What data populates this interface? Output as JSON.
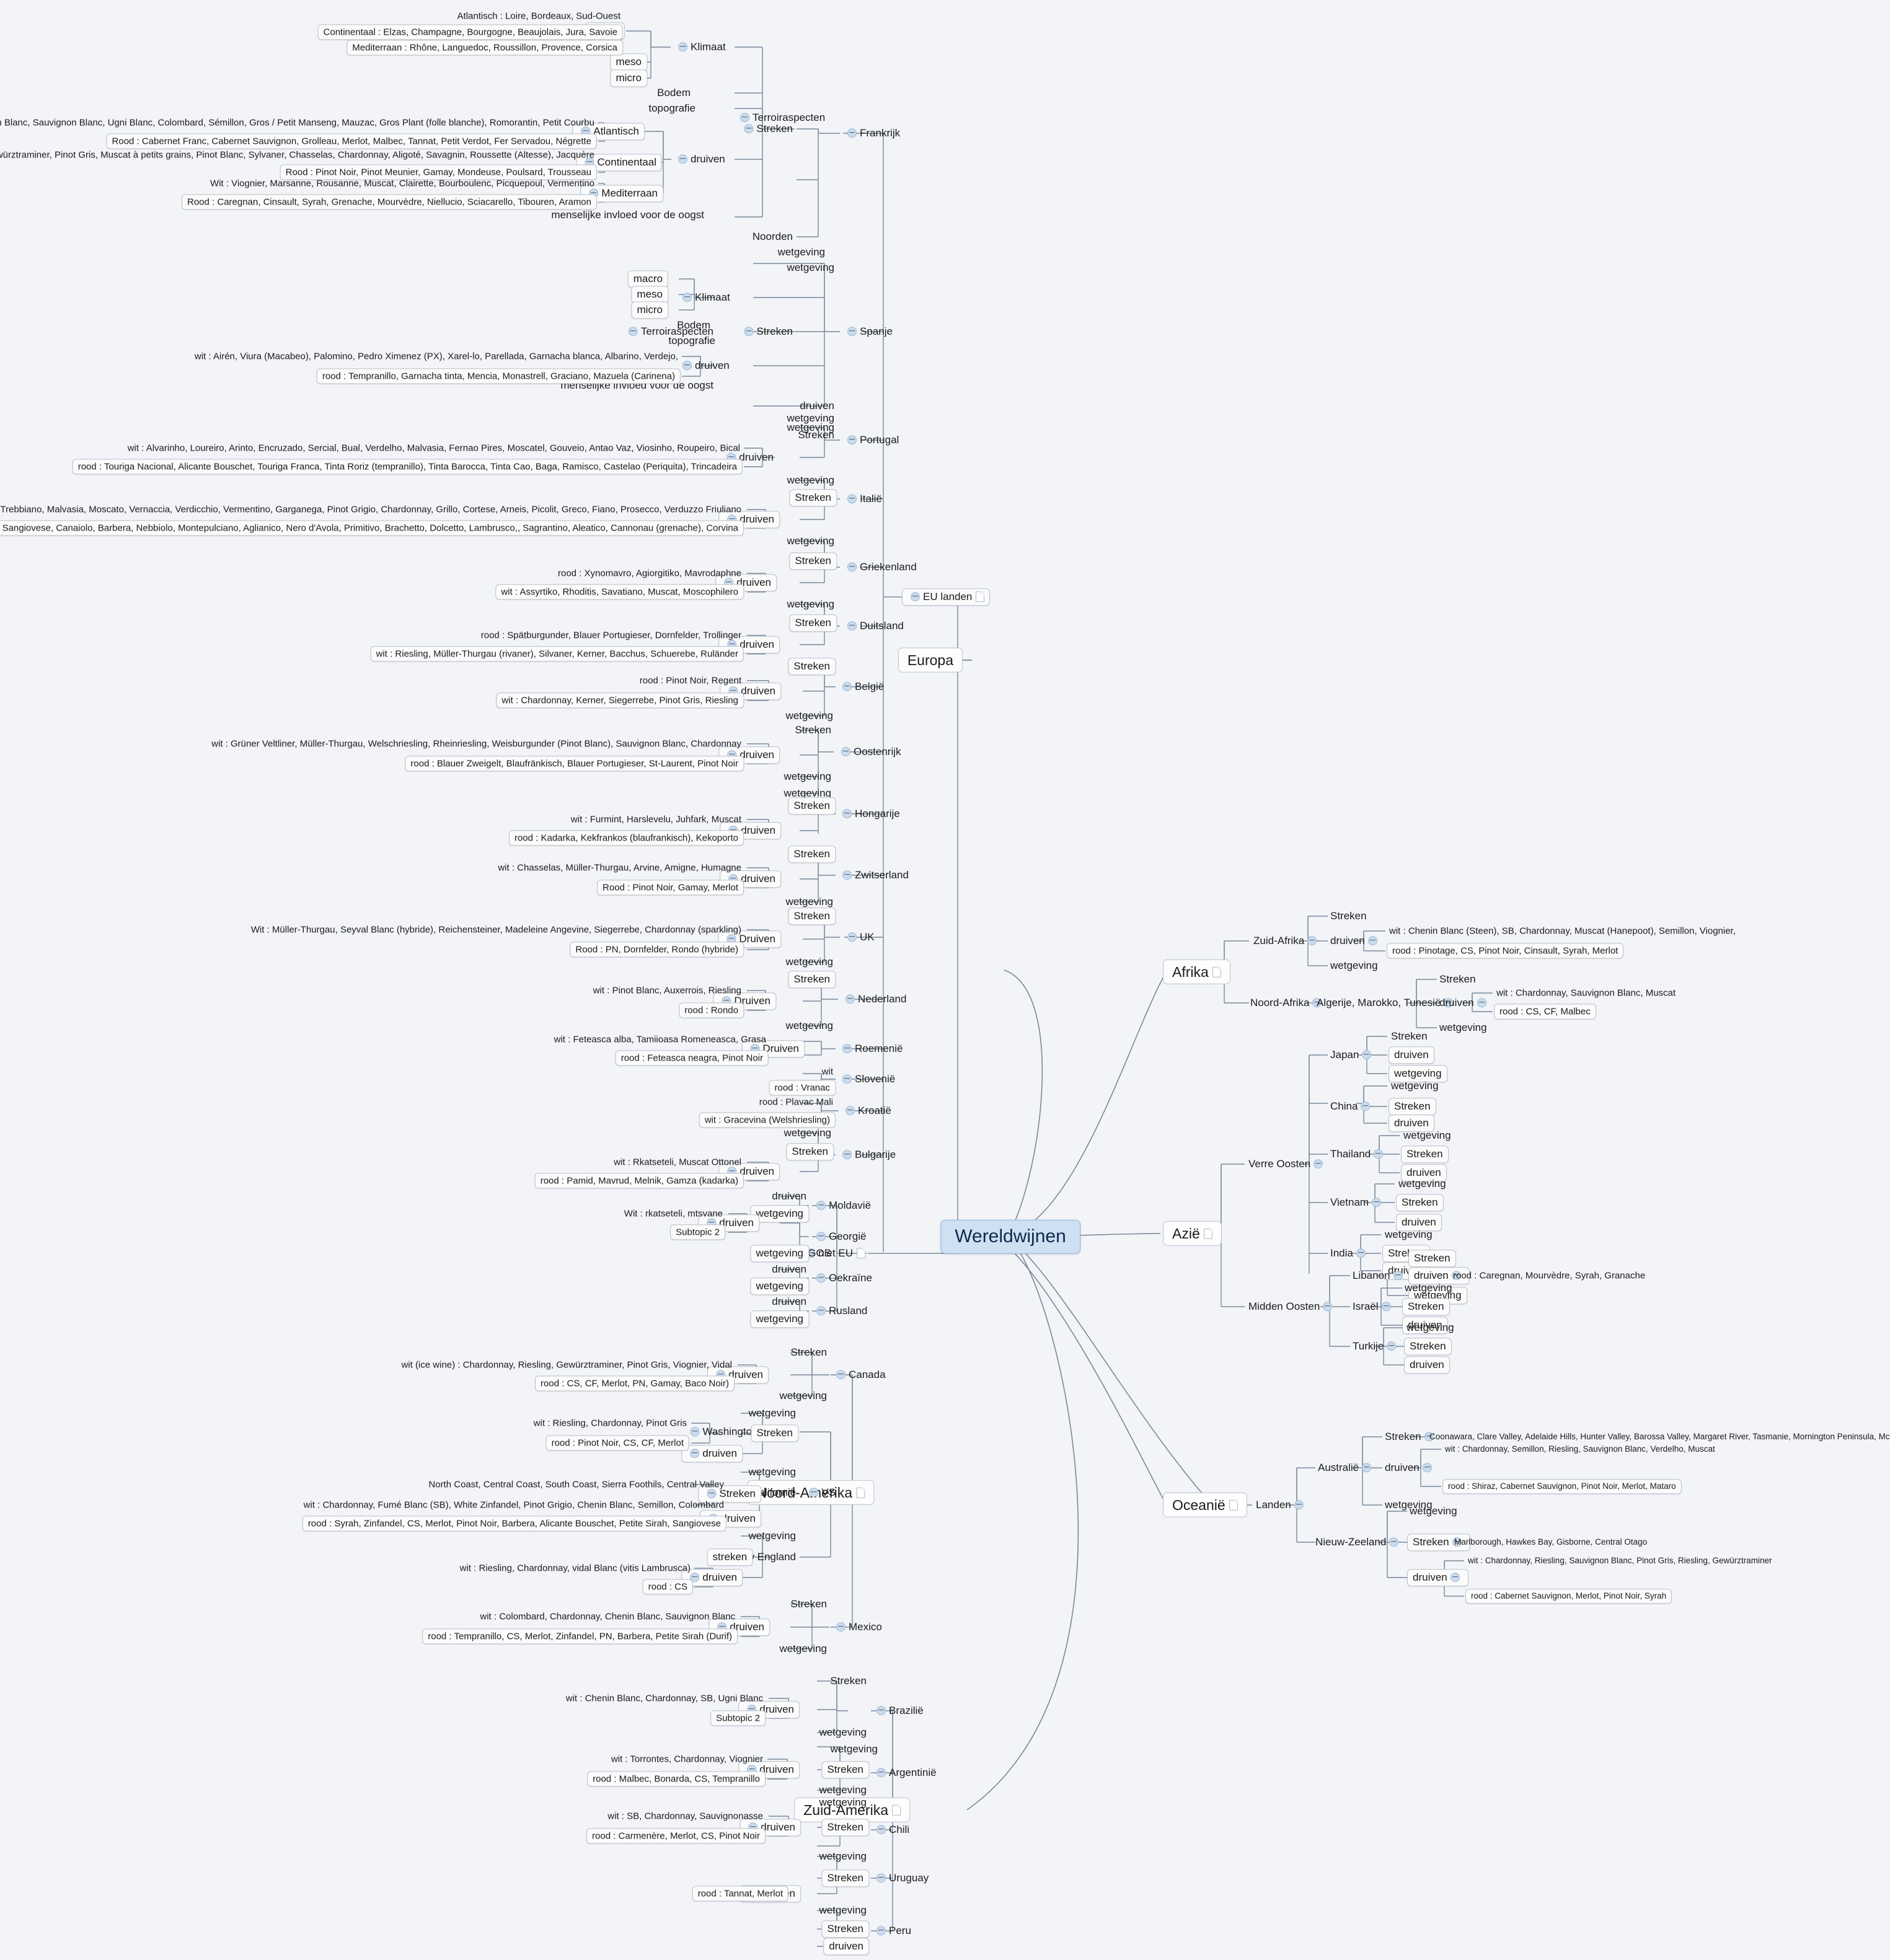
{
  "meta": {
    "root": "Wereldwijnen",
    "background": "#f2f4f8",
    "root_fill": "#cfe0f3",
    "toggle_fill": "#cbdcee",
    "line_color": "#7a8899"
  },
  "common": {
    "streken": "Streken",
    "streken_lc": "streken",
    "druiven": "druiven",
    "druiven_cap": "Druiven",
    "wetgeving": "wetgeving",
    "klimaat": "Klimaat",
    "macro": "macro",
    "meso": "meso",
    "micro": "micro",
    "bodem": "Bodem",
    "topografie": "topografie",
    "terroiraspecten": "Terroiraspecten",
    "menselijke": "menselijke invloed voor de oogst",
    "subtopic2": "Subtopic 2",
    "wit": "wit",
    "noorden": "Noorden"
  },
  "branches": {
    "europa": "Europa",
    "noord_amerika": "Noord-Amerika",
    "zuid_amerika": "Zuid-Amerika",
    "afrika": "Afrika",
    "azie": "Azië",
    "oceanie": "Oceanië"
  },
  "europa": {
    "eu_landen": "EU landen",
    "niet_eu": "niet EU",
    "gos": "GOS",
    "frankrijk": {
      "name": "Frankrijk",
      "klimaat_macro": {
        "atlantisch": "Atlantisch : Loire, Bordeaux, Sud-Ouest",
        "continentaal": "Continentaal : Elzas, Champagne, Bourgogne, Beaujolais, Jura, Savoie",
        "mediterraan": "Mediterraan : Rhône, Languedoc, Roussillon, Provence, Corsica"
      },
      "druiven": {
        "atlantisch": "Atlantisch",
        "atlantisch_wit": "Wit : Chenin Blanc, Sauvignon Blanc, Ugni Blanc, Colombard, Sémillon, Gros / Petit Manseng, Mauzac, Gros Plant (folle blanche), Romorantin, Petit Courbu",
        "atlantisch_rood": "Rood : Cabernet Franc, Cabernet Sauvignon, Grolleau, Merlot, Malbec, Tannat, Petit Verdot, Fer Servadou, Négrette",
        "continentaal": "Continentaal",
        "continentaal_wit": "Wit : Riesling, Gewürztraminer, Pinot Gris, Muscat à petits grains, Pinot Blanc, Sylvaner, Chasselas, Chardonnay, Aligoté, Savagnin, Roussette (Altesse), Jacquère",
        "continentaal_rood": "Rood : Pinot Noir, Pinot Meunier, Gamay, Mondeuse, Poulsard, Trousseau",
        "mediterraan": "Mediterraan",
        "mediterraan_wit": "Wit : Viognier, Marsanne, Rousanne, Muscat, Clairette, Bourboulenc, Picquepoul, Vermentino",
        "mediterraan_rood": "Rood : Caregnan, Cinsault, Syrah, Grenache, Mourvèdre, Niellucio, Sciacarello, Tibouren, Aramon"
      }
    },
    "spanje": {
      "name": "Spanje",
      "wit": "wit : Airén, Viura (Macabeo), Palomino, Pedro Ximenez (PX), Xarel-lo, Parellada, Garnacha blanca, Albarino, Verdejo,",
      "rood": "rood : Tempranillo, Garnacha tinta, Mencia, Monastrell, Graciano, Mazuela (Carinena)"
    },
    "portugal": {
      "name": "Portugal",
      "wit": "wit : Alvarinho, Loureiro, Arinto, Encruzado, Sercial, Bual, Verdelho, Malvasia, Fernao Pires, Moscatel, Gouveio, Antao Vaz, Viosinho, Roupeiro, Bical",
      "rood": "rood : Touriga Nacional, Alicante Bouschet, Touriga Franca, Tinta Roriz (tempranillo), Tinta Barocca, Tinta Cao, Baga, Ramisco, Castelao (Periquita), Trincadeira"
    },
    "italie": {
      "name": "Italië",
      "wit": "wit : Trebbiano, Malvasia, Moscato, Vernaccia, Verdicchio, Vermentino, Garganega, Pinot Grigio, Chardonnay, Grillo, Cortese, Arneis, Picolit, Greco, Fiano, Prosecco, Verduzzo Friuliano",
      "rood": "rood : Sangiovese, Canaiolo, Barbera, Nebbiolo, Montepulciano, Aglianico, Nero d'Avola, Primitivo, Brachetto, Dolcetto, Lambrusco,, Sagrantino, Aleatico, Cannonau (grenache), Corvina"
    },
    "griekenland": {
      "name": "Griekenland",
      "rood": "rood : Xynomavro, Agiorgitiko, Mavrodaphne",
      "wit": "wit : Assyrtiko, Rhoditis, Savatiano, Muscat, Moscophilero"
    },
    "duitsland": {
      "name": "Duitsland",
      "rood": "rood : Spätburgunder, Blauer Portugieser, Dornfelder, Trollinger",
      "wit": "wit : Riesling, Müller-Thurgau (rivaner), Silvaner, Kerner, Bacchus, Schuerebe, Ruländer"
    },
    "belgie": {
      "name": "België",
      "rood": "rood : Pinot Noir, Regent",
      "wit": "wit : Chardonnay, Kerner, Siegerrebe, Pinot Gris, Riesling"
    },
    "oostenrijk": {
      "name": "Oostenrijk",
      "wit": "wit : Grüner Veltliner, Müller-Thurgau, Welschriesling, Rheinriesling, Weisburgunder (Pinot Blanc), Sauvignon Blanc, Chardonnay",
      "rood": "rood : Blauer Zweigelt, Blaufränkisch, Blauer Portugieser, St-Laurent, Pinot Noir"
    },
    "hongarije": {
      "name": "Hongarije",
      "wit": "wit : Furmint, Harslevelu, Juhfark, Muscat",
      "rood": "rood : Kadarka, Kekfrankos (blaufrankisch), Kekoporto"
    },
    "zwitserland": {
      "name": "Zwitserland",
      "wit": "wit : Chasselas, Müller-Thurgau, Arvine, Amigne, Humagne",
      "rood": "Rood : Pinot Noir, Gamay, Merlot"
    },
    "uk": {
      "name": "UK",
      "wit": "Wit : Müller-Thurgau, Seyval Blanc (hybride), Reichensteiner, Madeleine Angevine, Siegerrebe, Chardonnay (sparkling)",
      "rood": "Rood : PN, Dornfelder, Rondo (hybride)"
    },
    "nederland": {
      "name": "Nederland",
      "wit": "wit : Pinot Blanc, Auxerrois, Riesling",
      "rood": "rood : Rondo"
    },
    "roemenie": {
      "name": "Roemenië",
      "wit": "wit : Feteasca alba, Tamiioasa Romeneasca, Grasa",
      "rood": "rood : Feteasca neagra, Pinot Noir"
    },
    "slovenie": {
      "name": "Slovenië",
      "wit": "wit",
      "rood": "rood : Vranac"
    },
    "kroatie": {
      "name": "Kroatië",
      "rood": "rood : Plavac Mali",
      "wit": "wit : Gracevina (Welshriesling)"
    },
    "bulgarije": {
      "name": "Bulgarije",
      "wit": "wit : Rkatseteli, Muscat Ottonel",
      "rood": "rood : Pamid, Mavrud, Melnik, Gamza (kadarka)"
    },
    "moldavie": {
      "name": "Moldavië"
    },
    "georgie": {
      "name": "Georgië",
      "wit": "Wit : rkatseteli, mtsvane"
    },
    "oekraine": {
      "name": "Oekraïne"
    },
    "rusland": {
      "name": "Rusland"
    }
  },
  "noord_amerika": {
    "canada": {
      "name": "Canada",
      "wit": "wit (ice wine) : Chardonnay, Riesling, Gewürztraminer, Pinot Gris, Viognier, Vidal",
      "rood": "rood : CS, CF, Merlot, PN, Gamay, Baco Noir)"
    },
    "vs": "VS",
    "washington_oregon": {
      "name": "Washington/Oregon",
      "wit": "wit : Riesling, Chardonnay, Pinot Gris",
      "rood": "rood : Pinot Noir, CS, CF, Merlot"
    },
    "californie": {
      "name": "Californië",
      "streken": "North Coast, Central Coast, South Coast, Sierra Foothils, Central Valley",
      "wit": "wit : Chardonnay, Fumé Blanc (SB), White Zinfandel, Pinot Grigio, Chenin Blanc, Semillon, Colombard",
      "rood": "rood : Syrah, Zinfandel, CS, Merlot, Pinot Noir, Barbera, Alicante Bouschet, Petite Sirah, Sangiovese"
    },
    "new_england": {
      "name": "New England",
      "wit": "wit : Riesling, Chardonnay, vidal Blanc (vitis Lambrusca)",
      "rood": "rood : CS"
    },
    "mexico": {
      "name": "Mexico",
      "wit": "wit : Colombard, Chardonnay, Chenin Blanc, Sauvignon Blanc",
      "rood": "rood : Tempranillo, CS, Merlot, Zinfandel, PN, Barbera, Petite Sirah (Durif)"
    }
  },
  "zuid_amerika": {
    "brazilie": {
      "name": "Brazilië",
      "wit": "wit : Chenin Blanc, Chardonnay, SB, Ugni Blanc"
    },
    "argentinie": {
      "name": "Argentinië",
      "wit": "wit : Torrontes, Chardonnay, Viognier",
      "rood": "rood : Malbec, Bonarda, CS, Tempranillo"
    },
    "chili": {
      "name": "Chili",
      "wit": "wit : SB, Chardonnay, Sauvignonasse",
      "rood": "rood : Carmenère, Merlot, CS, Pinot Noir"
    },
    "uruguay": {
      "name": "Uruguay",
      "rood": "rood : Tannat, Merlot"
    },
    "peru": {
      "name": "Peru"
    }
  },
  "afrika": {
    "zuid_afrika": {
      "name": "Zuid-Afrika",
      "wit": "wit : Chenin Blanc (Steen), SB, Chardonnay, Muscat  (Hanepoot), Semillon, Viognier,",
      "rood": "rood : Pinotage, CS, Pinot Noir, Cinsault, Syrah, Merlot"
    },
    "noord_afrika": {
      "name": "Noord-Afrika",
      "landen": "Algerije, Marokko, Tunesië",
      "wit": "wit : Chardonnay, Sauvignon Blanc, Muscat",
      "rood": "rood : CS, CF, Malbec"
    }
  },
  "azie": {
    "verre_oosten": "Verre Oosten",
    "japan": "Japan",
    "china": "China",
    "thailand": "Thailand",
    "vietnam": "Vietnam",
    "india": "India",
    "midden_oosten": "Midden Oosten",
    "libanon": {
      "name": "Libanon",
      "rood": "rood : Caregnan, Mourvèdre, Syrah, Granache"
    },
    "israel": "Israël",
    "turkije": "Turkije"
  },
  "oceanie": {
    "landen": "Landen",
    "australie": {
      "name": "Australië",
      "streken": "Coonawara, Clare Valley, Adelaide Hills, Hunter Valley, Barossa Valley, Margaret River, Tasmanie, Mornington Peninsula, Mc Laren Vale",
      "wit": "wit : Chardonnay, Semillon, Riesling, Sauvignon Blanc, Verdelho, Muscat",
      "rood": "rood : Shiraz, Cabernet Sauvignon, Pinot Noir, Merlot, Mataro"
    },
    "nieuw_zeeland": {
      "name": "Nieuw-Zeeland",
      "streken": "Marlborough, Hawkes Bay, Gisborne, Central Otago",
      "wit": "wit : Chardonnay, Riesling, Sauvignon Blanc, Pinot Gris, Riesling, Gewürztraminer",
      "rood": "rood : Cabernet Sauvignon, Merlot, Pinot Noir, Syrah"
    }
  }
}
